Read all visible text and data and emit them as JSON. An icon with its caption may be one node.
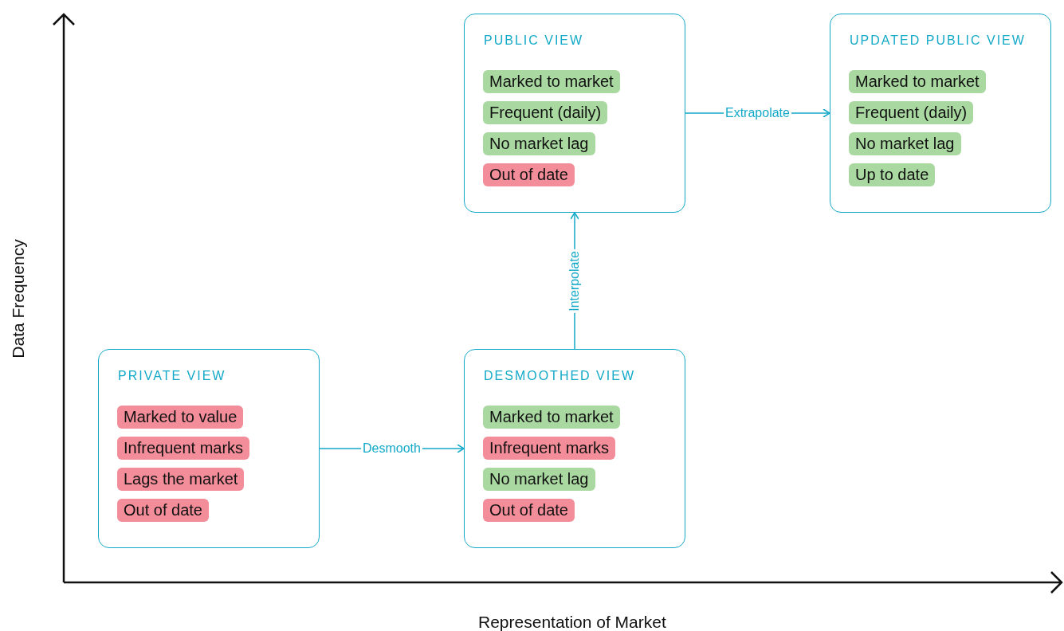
{
  "diagram": {
    "nodes": [
      {
        "text": [
          "PRIVATE VIEW"
        ]
      },
      {
        "text": [
          "Marked to value"
        ],
        "in": 0
      },
      {
        "text": [
          "Infrequent marks"
        ],
        "in": 0
      },
      {
        "text": [
          "Lags the market"
        ],
        "in": 0
      },
      {
        "text": [
          "Out of date"
        ],
        "in": 0
      },
      {
        "text": [
          "DESMOOTHED VIEW"
        ]
      },
      {
        "text": [
          "Marked to market"
        ],
        "in": 5
      },
      {
        "text": [
          "Infrequent marks"
        ],
        "in": 5
      },
      {
        "text": [
          "No market lag"
        ],
        "in": 5
      },
      {
        "text": [
          "Out of date"
        ],
        "in": 5
      },
      {
        "text": [
          "PUBLIC VIEW"
        ]
      },
      {
        "text": [
          "Marked to market"
        ],
        "in": 10
      },
      {
        "text": [
          "Frequent (daily)"
        ],
        "in": 10
      },
      {
        "text": [
          "No market lag"
        ],
        "in": 10
      },
      {
        "text": [
          "Out of date"
        ],
        "in": 10
      },
      {
        "text": [
          "UPDATED PUBLIC VIEW"
        ]
      },
      {
        "text": [
          "Marked to market"
        ],
        "in": 15
      },
      {
        "text": [
          "Frequent (daily)"
        ],
        "in": 15
      },
      {
        "text": [
          "No market lag"
        ],
        "in": 15
      },
      {
        "text": [
          "Up to date"
        ],
        "in": 15
      }
    ],
    "edges": [
      {
        "from": 0,
        "to": 5,
        "arrow": "to",
        "label": "Desmooth"
      },
      {
        "from": 5,
        "to": 10,
        "arrow": "to",
        "label": "Interpolate"
      },
      {
        "from": 10,
        "to": 15,
        "arrow": "to",
        "label": "Extrapolate"
      }
    ],
    "labels": [
      "Data Frequency",
      "Representation of Market"
    ]
  }
}
